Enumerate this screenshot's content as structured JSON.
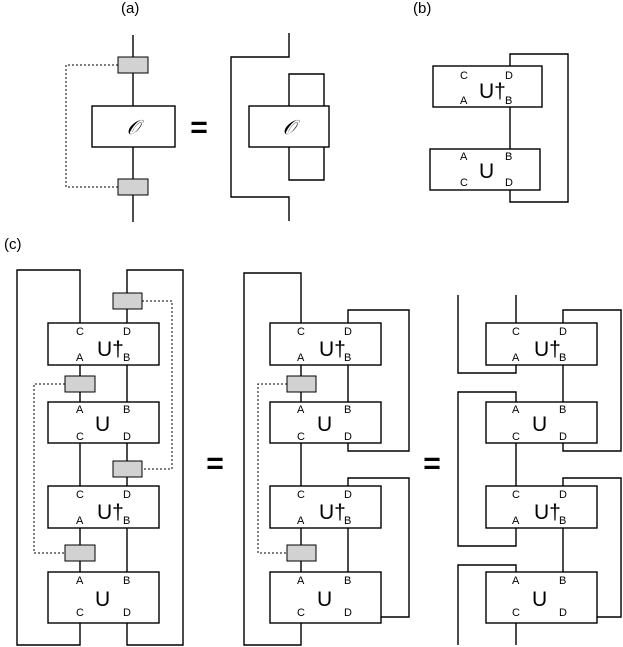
{
  "panels": {
    "a": "(a)",
    "b": "(b)",
    "c": "(c)"
  },
  "operator_symbol": "𝒪",
  "equals_sign": "=",
  "unitary": "U",
  "unitary_dagger": "U†",
  "ports": {
    "a": "A",
    "b": "B",
    "c": "C",
    "d": "D"
  }
}
